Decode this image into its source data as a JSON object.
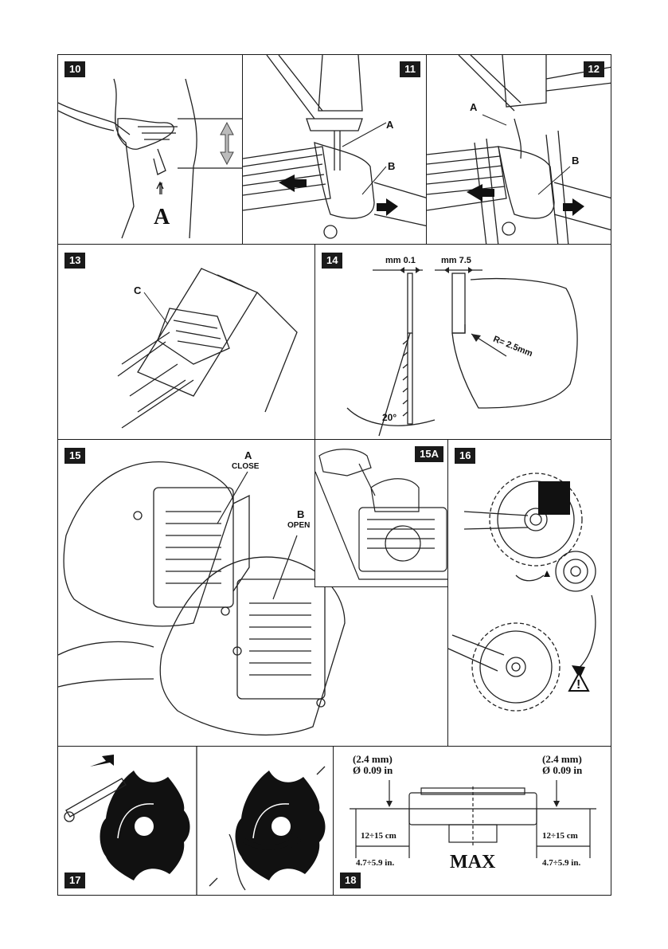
{
  "panels": {
    "p10": {
      "number": "10",
      "label_a": "A"
    },
    "p11": {
      "number": "11",
      "label_a": "A",
      "label_b": "B"
    },
    "p12": {
      "number": "12",
      "label_a": "A",
      "label_b": "B"
    },
    "p13": {
      "number": "13",
      "label_c": "C"
    },
    "p14": {
      "number": "14",
      "dim_left": "mm 0.1",
      "dim_right": "mm 7.5",
      "radius": "R= 2.5mm",
      "angle": "20°"
    },
    "p15": {
      "number": "15",
      "label_a": "A",
      "close": "CLOSE",
      "label_b": "B",
      "open": "OPEN"
    },
    "p15a": {
      "number": "15A"
    },
    "p16": {
      "number": "16"
    },
    "p17": {
      "number": "17"
    },
    "p18": {
      "number": "18",
      "left_mm": "(2.4 mm)",
      "left_in": "Ø 0.09 in",
      "right_mm": "(2.4 mm)",
      "right_in": "Ø 0.09 in",
      "left_cm": "12÷15 cm",
      "right_cm": "12÷15 cm",
      "left_inch": "4.7÷5.9 in.",
      "right_inch": "4.7÷5.9 in.",
      "max": "MAX"
    }
  }
}
